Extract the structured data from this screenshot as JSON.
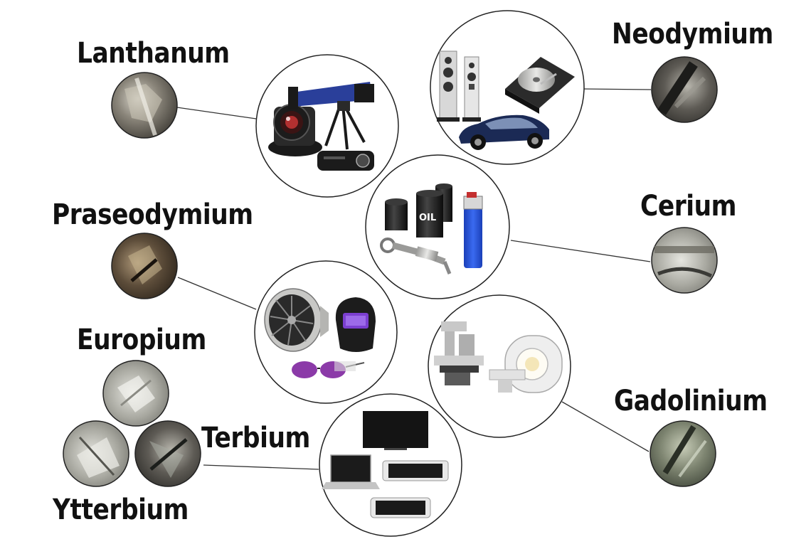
{
  "elements": [
    {
      "id": "lanthanum",
      "name": "Lanthanum"
    },
    {
      "id": "neodymium",
      "name": "Neodymium"
    },
    {
      "id": "praseodymium",
      "name": "Praseodymium"
    },
    {
      "id": "cerium",
      "name": "Cerium"
    },
    {
      "id": "europium",
      "name": "Europium"
    },
    {
      "id": "gadolinium",
      "name": "Gadolinium"
    },
    {
      "id": "terbium",
      "name": "Terbium"
    },
    {
      "id": "ytterbium",
      "name": "Ytterbium"
    }
  ],
  "colors": {
    "ink": "#111111",
    "outline": "#222222",
    "connector": "#333333",
    "metal_dark": "#4a4a45",
    "metal_light": "#c8c8c0",
    "telescope_blue": "#2a3f9a",
    "lighter_blue": "#1d4fd6",
    "car_navy": "#1b2a55",
    "visor_purple": "#7b3fd0",
    "lens_purple": "#8b3aa8"
  },
  "icons": [
    "lanthanum-metal-sample",
    "neodymium-metal-sample",
    "praseodymium-metal-sample",
    "cerium-metal-sample",
    "europium-metal-sample",
    "gadolinium-metal-sample",
    "terbium-metal-sample",
    "ytterbium-metal-sample",
    "camera-lens-icon",
    "telescope-icon",
    "projector-icon",
    "speaker-icon",
    "hard-drive-icon",
    "electric-car-icon",
    "oil-barrel-icon",
    "lighter-icon",
    "catalytic-converter-icon",
    "jet-engine-icon",
    "welding-helmet-icon",
    "safety-glasses-icon",
    "xray-machine-icon",
    "mri-scanner-icon",
    "tv-screen-icon",
    "laptop-icon",
    "tablet-icon",
    "phone-icon"
  ]
}
